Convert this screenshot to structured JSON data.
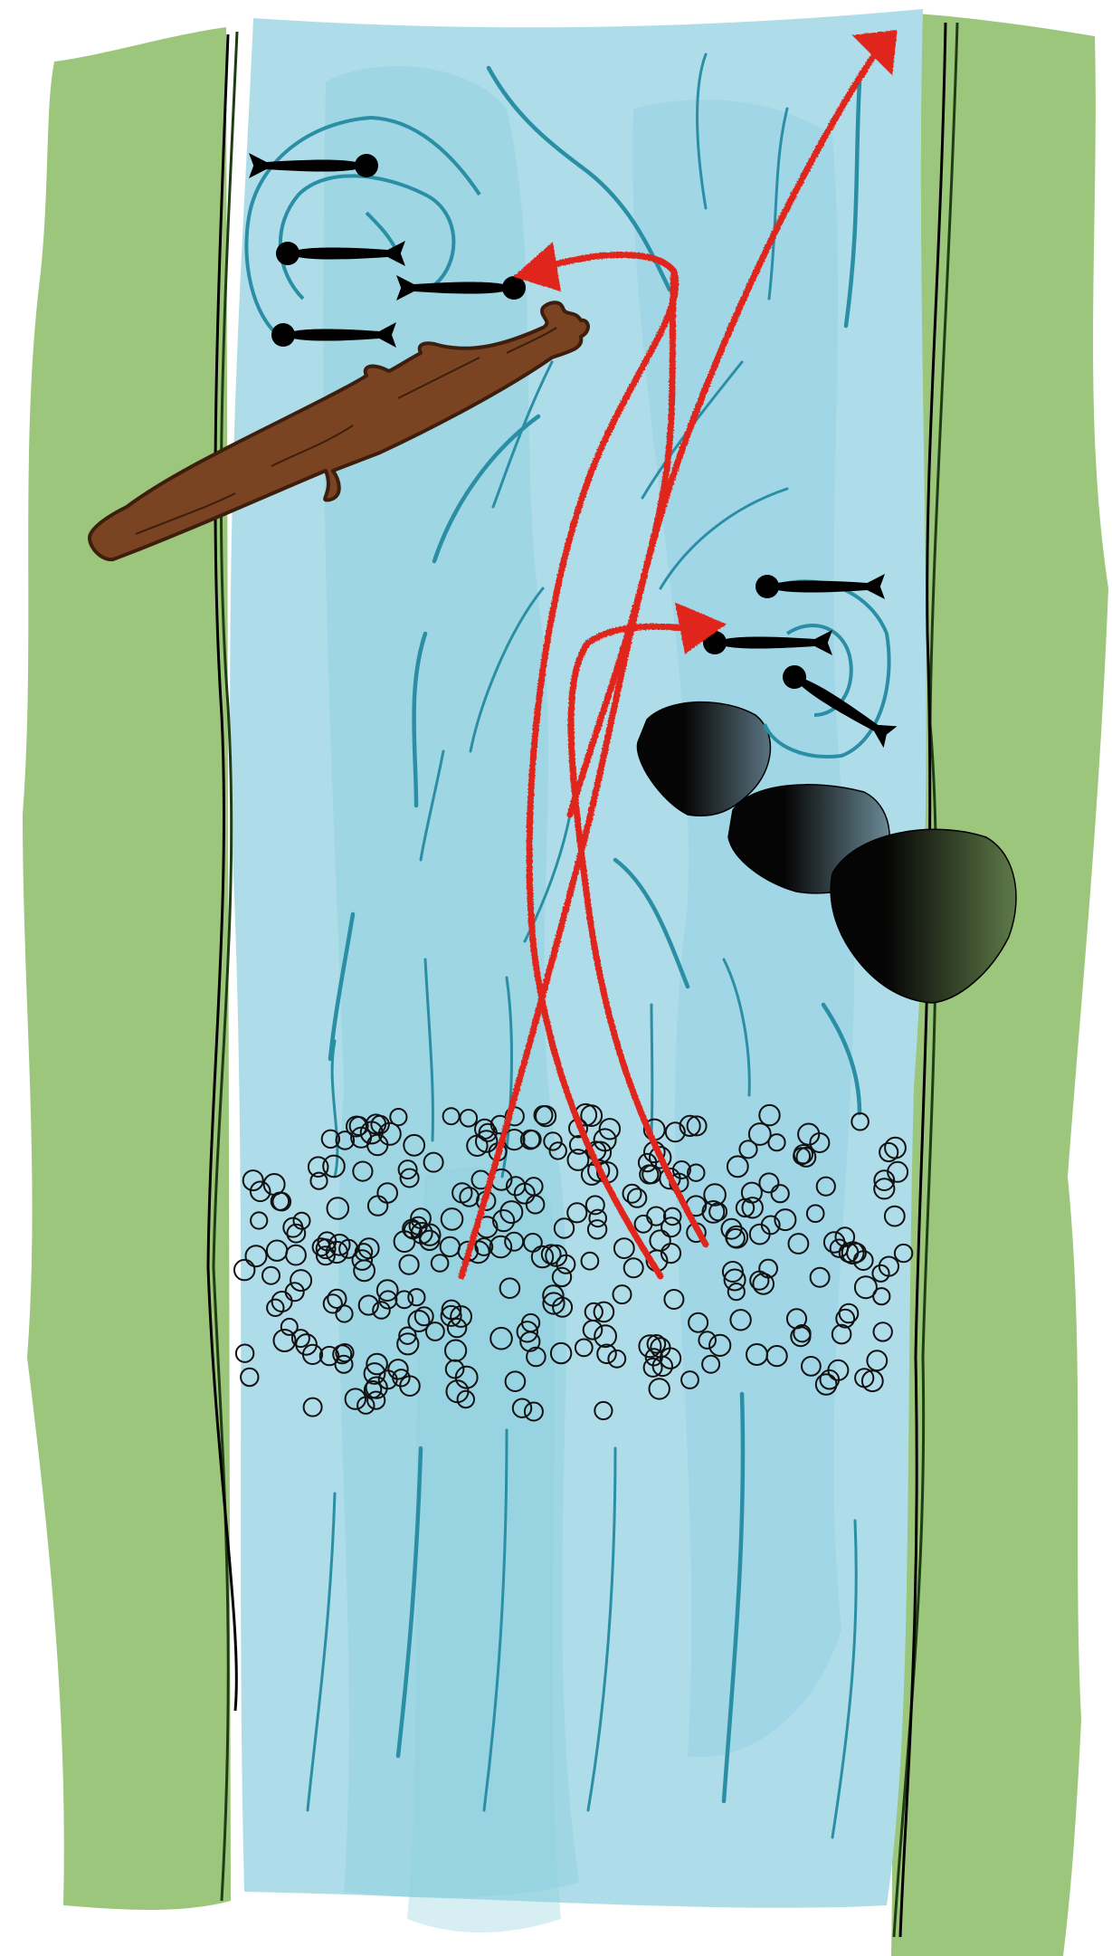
{
  "diagram": {
    "kind": "river-channel-illustration",
    "colors": {
      "bank": "#9cc67b",
      "bank_dark_edge": "#1f3d12",
      "water": "#aedde9",
      "water_shade": "#8ccede",
      "current_lines": "#2a8ea4",
      "log_fill": "#7a4422",
      "log_stroke": "#3d1e0c",
      "arrow": "#e0261a",
      "fish": "#000000",
      "gravel": "#111111",
      "boulder_dark": "#050505",
      "boulder_light_1": "#5a7480",
      "boulder_light_2": "#6a8a96",
      "boulder_light_3": "#5e7a48"
    },
    "elements": {
      "left_bank": "grass-bank",
      "right_bank": "grass-bank",
      "channel": "stream-channel",
      "log": "fallen-log",
      "gravel_bed": "gravel-redds",
      "boulders": 3,
      "fish_count": 7,
      "fish_groups": [
        {
          "group": "upper-left-pool",
          "count": 4
        },
        {
          "group": "right-pool",
          "count": 3
        }
      ],
      "movement_arrows": 3
    }
  }
}
